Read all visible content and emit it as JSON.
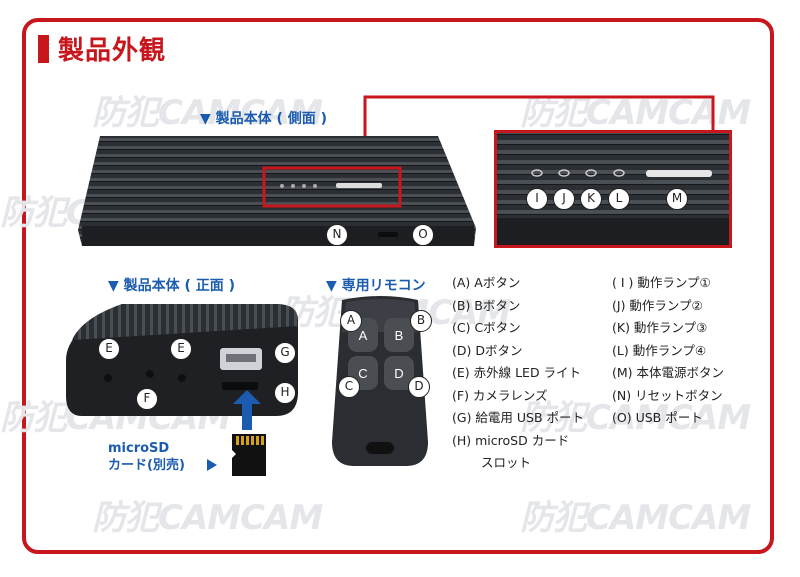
{
  "title": "製品外観",
  "watermark": "防犯CAMCAM",
  "sections": {
    "side": "▼ 製品本体 ( 側面 )",
    "front": "▼ 製品本体 ( 正面 )",
    "remote": "▼ 専用リモコン"
  },
  "remote_buttons": [
    "A",
    "B",
    "C",
    "D"
  ],
  "callouts": {
    "side": [
      "N",
      "O"
    ],
    "zoom": [
      "I",
      "J",
      "K",
      "L",
      "M"
    ],
    "front": [
      "E",
      "E",
      "F",
      "G",
      "H"
    ],
    "remote": [
      "A",
      "B",
      "C",
      "D"
    ]
  },
  "microsd_label": {
    "line1": "microSD",
    "line2": "カード(別売)"
  },
  "legend_left": [
    "(A) Aボタン",
    "(B) Bボタン",
    "(C) Cボタン",
    "(D) Dボタン",
    "(E) 赤外線 LED ライト",
    "(F) カメラレンズ",
    "(G) 給電用 USB ポート",
    "(H) microSD カード",
    "　　 スロット"
  ],
  "legend_right": [
    "( I ) 動作ランプ①",
    "(J) 動作ランプ②",
    "(K) 動作ランプ③",
    "(L) 動作ランプ④",
    "(M) 本体電源ボタン",
    "(N) リセットボタン",
    "(O) USB ポート"
  ],
  "colors": {
    "accent_red": "#c8161d",
    "label_blue": "#1b5cb0",
    "device_dark": "#2b2e33"
  }
}
